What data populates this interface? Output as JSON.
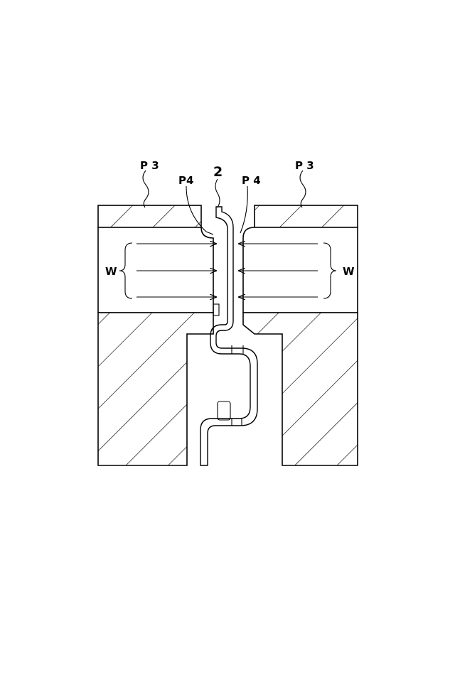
{
  "labels": {
    "part_number": "2",
    "p3_left": "P 3",
    "p3_right": "P 3",
    "p4_left": "P4",
    "p4_right": "P 4",
    "w_left": "W",
    "w_right": "W"
  }
}
